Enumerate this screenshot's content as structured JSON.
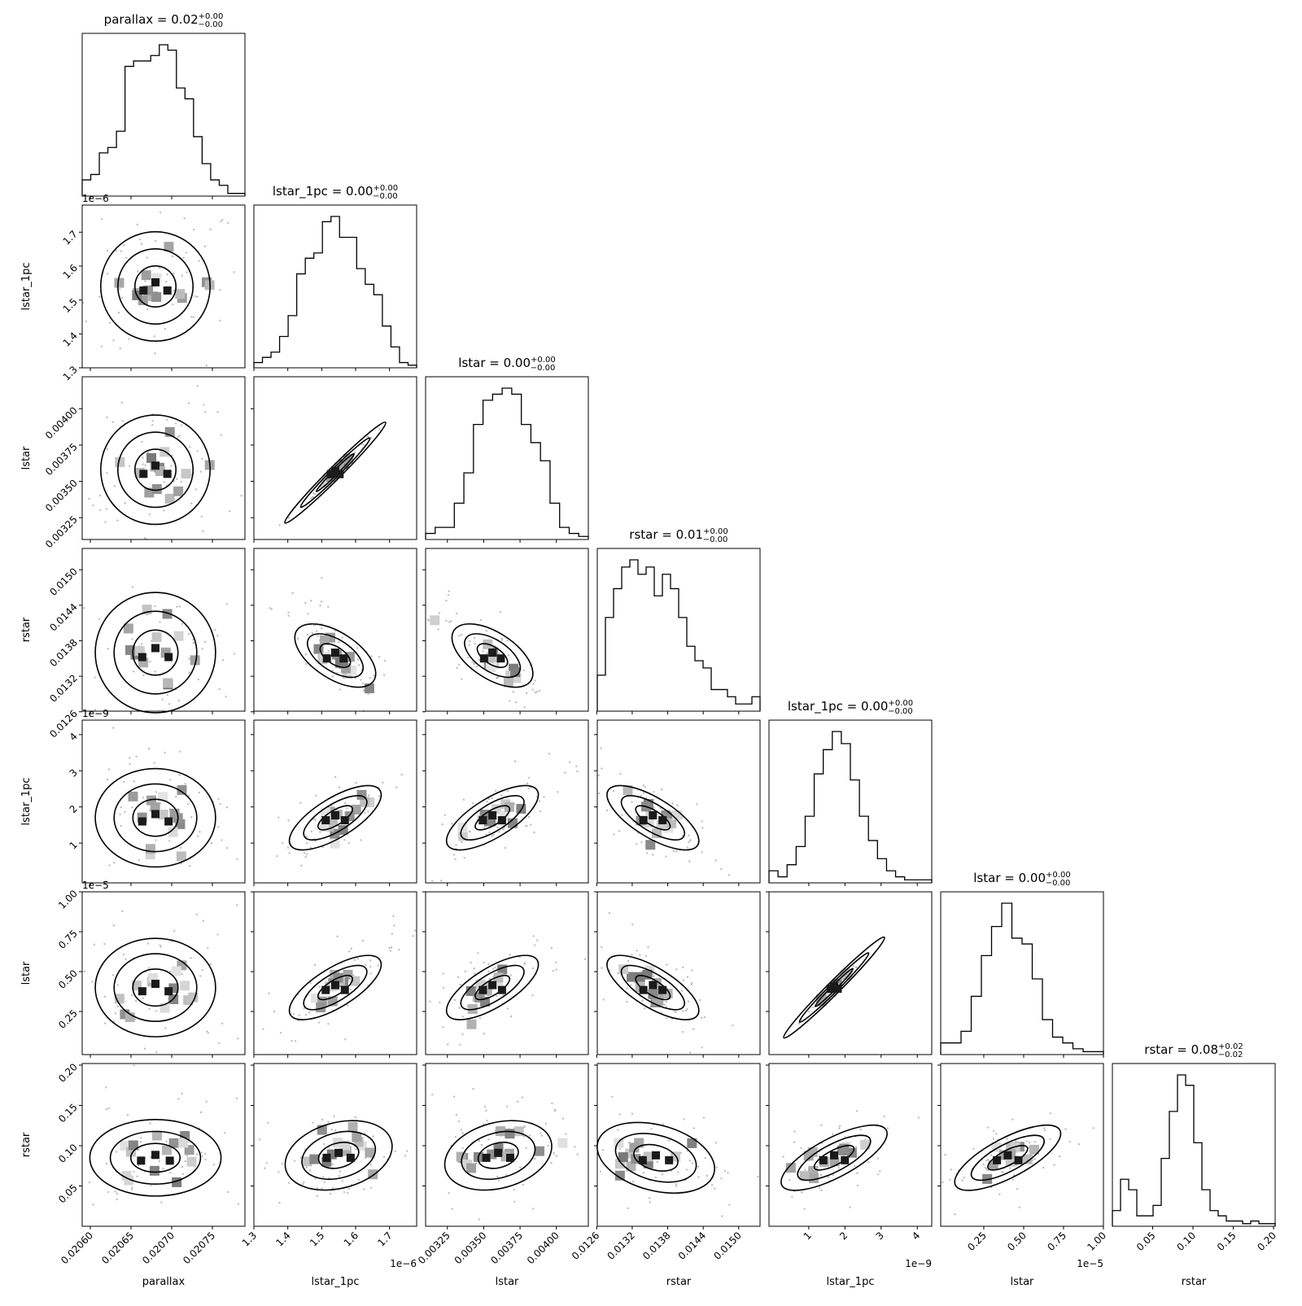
{
  "figure": {
    "type": "corner-plot",
    "background": "#ffffff",
    "ink": "#000000"
  },
  "chart_data": {
    "type": "corner",
    "parameters": [
      {
        "name": "parallax",
        "title_main": "parallax = 0.02",
        "title_sup": "+0.00",
        "title_sub": "−0.00",
        "range": [
          0.02059,
          0.02079
        ],
        "ticks": [
          {
            "v": 0.0206,
            "label": "0.02060"
          },
          {
            "v": 0.02065,
            "label": "0.02065"
          },
          {
            "v": 0.0207,
            "label": "0.02070"
          },
          {
            "v": 0.02075,
            "label": "0.02075"
          }
        ],
        "offset": "",
        "hist_counts": [
          3,
          4,
          8,
          9,
          12,
          24,
          25,
          25,
          26,
          28,
          27,
          20,
          18,
          11,
          6,
          3,
          2,
          0.5,
          0.5
        ]
      },
      {
        "name": "lstar_1pc",
        "title_main": "lstar_1pc = 0.00",
        "title_sup": "+0.00",
        "title_sub": "−0.00",
        "range": [
          1.3,
          1.78
        ],
        "ticks": [
          {
            "v": 1.3,
            "label": "1.3"
          },
          {
            "v": 1.4,
            "label": "1.4"
          },
          {
            "v": 1.5,
            "label": "1.5"
          },
          {
            "v": 1.6,
            "label": "1.6"
          },
          {
            "v": 1.7,
            "label": "1.7"
          }
        ],
        "offset": "1e−6",
        "hist_counts": [
          1,
          2,
          3,
          6,
          10,
          18,
          21,
          22,
          28,
          29,
          25,
          25,
          19,
          16,
          14,
          8,
          4,
          1,
          0.5
        ]
      },
      {
        "name": "lstar",
        "title_main": "lstar = 0.00",
        "title_sup": "+0.00",
        "title_sub": "−0.00",
        "range": [
          0.0031,
          0.00422
        ],
        "ticks": [
          {
            "v": 0.00325,
            "label": "0.00325"
          },
          {
            "v": 0.0035,
            "label": "0.00350"
          },
          {
            "v": 0.00375,
            "label": "0.00375"
          },
          {
            "v": 0.004,
            "label": "0.00400"
          }
        ],
        "offset": "",
        "hist_counts": [
          1,
          2,
          2,
          6,
          11,
          19,
          23,
          24,
          25,
          24,
          19,
          16,
          13,
          6,
          2,
          1,
          0.5
        ]
      },
      {
        "name": "rstar",
        "title_main": "rstar = 0.01",
        "title_sup": "+0.00",
        "title_sub": "−0.00",
        "range": [
          0.01261,
          0.01536
        ],
        "ticks": [
          {
            "v": 0.0126,
            "label": "0.0126"
          },
          {
            "v": 0.0132,
            "label": "0.0132"
          },
          {
            "v": 0.0138,
            "label": "0.0138"
          },
          {
            "v": 0.0144,
            "label": "0.0144"
          },
          {
            "v": 0.015,
            "label": "0.0150"
          }
        ],
        "offset": "",
        "hist_counts": [
          5,
          13,
          17,
          20,
          21,
          19,
          20,
          16,
          19,
          17,
          13,
          9,
          7,
          6,
          3,
          3,
          2,
          1,
          1,
          2
        ]
      },
      {
        "name": "lstar_1pc",
        "title_main": "lstar_1pc = 0.00",
        "title_sup": "+0.00",
        "title_sub": "−0.00",
        "range": [
          -1e-10,
          4.4e-09
        ],
        "ticks": [
          {
            "v": 1e-09,
            "label": "1"
          },
          {
            "v": 2e-09,
            "label": "2"
          },
          {
            "v": 3e-09,
            "label": "3"
          },
          {
            "v": 4e-09,
            "label": "4"
          }
        ],
        "offset": "1e−9",
        "hist_counts": [
          2,
          1,
          3,
          6,
          11,
          18,
          22,
          25,
          23,
          17,
          11,
          7,
          4,
          2,
          1,
          0.5,
          0.5,
          0.5
        ]
      },
      {
        "name": "lstar",
        "title_main": "lstar = 0.00",
        "title_sup": "+0.00",
        "title_sub": "−0.00",
        "range": [
          -2e-07,
          1e-05
        ],
        "ticks": [
          {
            "v": 2.5e-06,
            "label": "0.25"
          },
          {
            "v": 5e-06,
            "label": "0.50"
          },
          {
            "v": 7.5e-06,
            "label": "0.75"
          },
          {
            "v": 1e-05,
            "label": "1.00"
          }
        ],
        "offset": "1e−5",
        "hist_counts": [
          2,
          2,
          4,
          10,
          17,
          22,
          26,
          20,
          19,
          13,
          6,
          3,
          2,
          1,
          0.5,
          0.5
        ]
      },
      {
        "name": "rstar",
        "title_main": "rstar = 0.08",
        "title_sup": "+0.02",
        "title_sub": "−0.02",
        "range": [
          0.0,
          0.202
        ],
        "ticks": [
          {
            "v": 0.05,
            "label": "0.05"
          },
          {
            "v": 0.1,
            "label": "0.10"
          },
          {
            "v": 0.15,
            "label": "0.15"
          },
          {
            "v": 0.2,
            "label": "0.20"
          }
        ],
        "offset": "",
        "hist_counts": [
          3,
          9,
          7,
          2,
          2,
          4,
          13,
          22,
          29,
          27,
          16,
          7,
          3,
          2,
          1,
          1,
          0.5,
          1,
          0.5,
          0.5
        ]
      }
    ],
    "joint": {
      "1-0": {
        "mean": [
          0.02068,
          1.54
        ],
        "spread": [
          0.5,
          0.5
        ],
        "rho": 0.0
      },
      "2-0": {
        "mean": [
          0.02068,
          0.00358
        ],
        "spread": [
          0.5,
          0.5
        ],
        "rho": 0.0
      },
      "2-1": {
        "mean": [
          1.54,
          0.00356
        ],
        "spread": [
          0.18,
          0.18
        ],
        "rho": 0.99
      },
      "3-0": {
        "mean": [
          0.02068,
          0.0136
        ],
        "spread": [
          0.55,
          0.55
        ],
        "rho": 0.0
      },
      "3-1": {
        "mean": [
          1.54,
          0.01355
        ],
        "spread": [
          0.35,
          0.35
        ],
        "rho": -0.75
      },
      "3-2": {
        "mean": [
          0.00356,
          0.01355
        ],
        "spread": [
          0.35,
          0.35
        ],
        "rho": -0.75
      },
      "4-0": {
        "mean": [
          0.02068,
          1.7e-09
        ],
        "spread": [
          0.55,
          0.45
        ],
        "rho": 0.0
      },
      "4-1": {
        "mean": [
          1.54,
          1.7e-09
        ],
        "spread": [
          0.4,
          0.3
        ],
        "rho": 0.7
      },
      "4-2": {
        "mean": [
          0.00356,
          1.7e-09
        ],
        "spread": [
          0.4,
          0.3
        ],
        "rho": 0.7
      },
      "4-3": {
        "mean": [
          0.01355,
          1.7e-09
        ],
        "spread": [
          0.4,
          0.3
        ],
        "rho": -0.7
      },
      "5-0": {
        "mean": [
          0.02068,
          4e-06
        ],
        "spread": [
          0.55,
          0.45
        ],
        "rho": 0.0
      },
      "5-1": {
        "mean": [
          1.54,
          4e-06
        ],
        "spread": [
          0.4,
          0.3
        ],
        "rho": 0.7
      },
      "5-2": {
        "mean": [
          0.00356,
          4e-06
        ],
        "spread": [
          0.4,
          0.3
        ],
        "rho": 0.7
      },
      "5-3": {
        "mean": [
          0.01355,
          4e-06
        ],
        "spread": [
          0.4,
          0.3
        ],
        "rho": -0.7
      },
      "5-4": {
        "mean": [
          1.7e-09,
          4e-06
        ],
        "spread": [
          0.15,
          0.15
        ],
        "rho": 0.99
      },
      "6-0": {
        "mean": [
          0.02068,
          0.085
        ],
        "spread": [
          0.6,
          0.35
        ],
        "rho": 0.0
      },
      "6-1": {
        "mean": [
          1.55,
          0.088
        ],
        "spread": [
          0.5,
          0.3
        ],
        "rho": 0.3
      },
      "6-2": {
        "mean": [
          0.0036,
          0.088
        ],
        "spread": [
          0.5,
          0.3
        ],
        "rho": 0.3
      },
      "6-3": {
        "mean": [
          0.0136,
          0.085
        ],
        "spread": [
          0.55,
          0.3
        ],
        "rho": -0.3
      },
      "6-4": {
        "mean": [
          1.7e-09,
          0.085
        ],
        "spread": [
          0.45,
          0.3
        ],
        "rho": 0.6
      },
      "6-5": {
        "mean": [
          4e-06,
          0.085
        ],
        "spread": [
          0.45,
          0.3
        ],
        "rho": 0.6
      }
    },
    "contour_levels": [
      0.3,
      0.55,
      0.8
    ],
    "scatter_color": "#bdbdbd",
    "density_dark": "#1a1a1a"
  }
}
